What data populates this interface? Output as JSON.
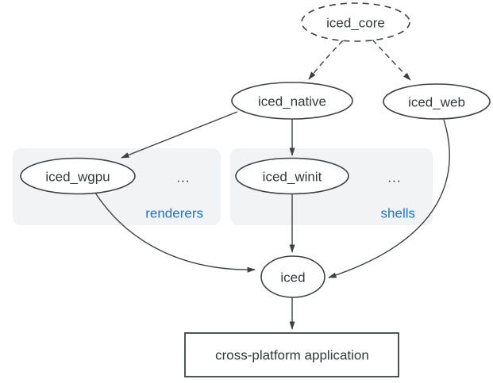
{
  "diagram": {
    "nodes": {
      "iced_core": {
        "label": "iced_core",
        "shape": "ellipse",
        "border": "dashed"
      },
      "iced_native": {
        "label": "iced_native",
        "shape": "ellipse",
        "border": "solid"
      },
      "iced_web": {
        "label": "iced_web",
        "shape": "ellipse",
        "border": "solid"
      },
      "iced_wgpu": {
        "label": "iced_wgpu",
        "shape": "ellipse",
        "border": "solid"
      },
      "iced_winit": {
        "label": "iced_winit",
        "shape": "ellipse",
        "border": "solid"
      },
      "iced": {
        "label": "iced",
        "shape": "ellipse",
        "border": "solid"
      },
      "app": {
        "label": "cross-platform application",
        "shape": "rectangle",
        "border": "solid"
      }
    },
    "groups": {
      "renderers": {
        "label": "renderers",
        "ellipsis": "...",
        "members": [
          "iced_wgpu"
        ]
      },
      "shells": {
        "label": "shells",
        "ellipsis": "...",
        "members": [
          "iced_winit"
        ]
      }
    },
    "edges": [
      {
        "from": "iced_core",
        "to": "iced_native",
        "style": "dashed"
      },
      {
        "from": "iced_core",
        "to": "iced_web",
        "style": "dashed"
      },
      {
        "from": "iced_native",
        "to": "iced_wgpu",
        "style": "solid"
      },
      {
        "from": "iced_native",
        "to": "iced_winit",
        "style": "solid"
      },
      {
        "from": "iced_wgpu",
        "to": "iced",
        "style": "solid"
      },
      {
        "from": "iced_winit",
        "to": "iced",
        "style": "solid"
      },
      {
        "from": "iced_web",
        "to": "iced",
        "style": "solid"
      },
      {
        "from": "iced",
        "to": "app",
        "style": "solid"
      }
    ],
    "colors": {
      "background": "#ffffff",
      "node_fill": "#ffffff",
      "stroke": "#3e4144",
      "text": "#34373b",
      "group_background": "#f1f3f5",
      "group_label_blue": "#1a73e8"
    }
  }
}
